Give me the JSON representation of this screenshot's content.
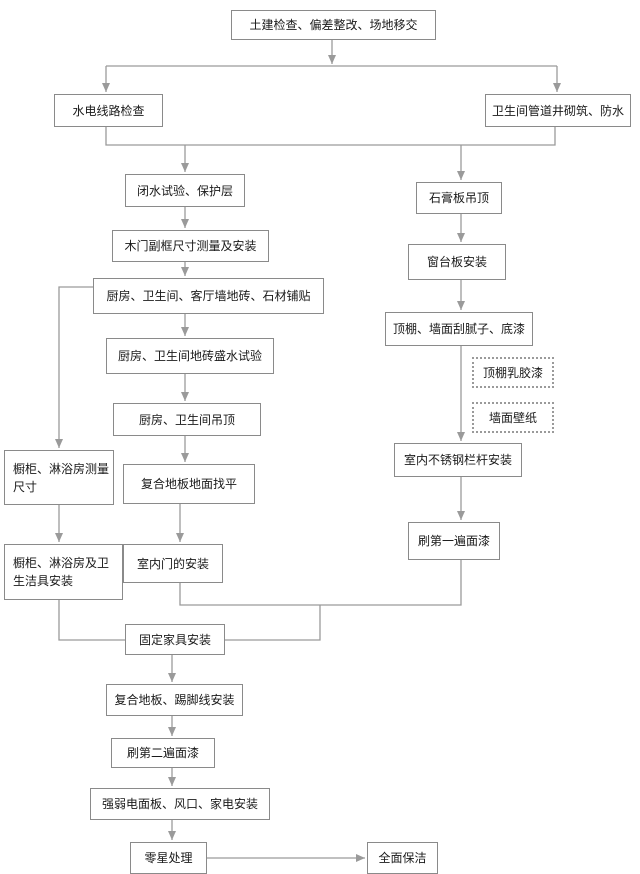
{
  "steps": {
    "s1": "土建检查、偏差整改、场地移交",
    "s2": "水电线路检查",
    "s3": "卫生间管道井砌筑、防水",
    "s4": "闭水试验、保护层",
    "s5": "木门副框尺寸测量及安装",
    "s6": "厨房、卫生间、客厅墙地砖、石材铺贴",
    "s7": "厨房、卫生间地砖盛水试验",
    "s8": "厨房、卫生间吊顶",
    "s9": "复合地板地面找平",
    "s10": "室内门的安装",
    "s11": "橱柜、淋浴房测量尺寸",
    "s12": "橱柜、淋浴房及卫生洁具安装",
    "s13": "石膏板吊顶",
    "s14": "窗台板安装",
    "s15": "顶棚、墙面刮腻子、底漆",
    "s16": "顶棚乳胶漆",
    "s17": "墙面壁纸",
    "s18": "室内不锈钢栏杆安装",
    "s19": "刷第一遍面漆",
    "s20": "固定家具安装",
    "s21": "复合地板、踢脚线安装",
    "s22": "刷第二遍面漆",
    "s23": "强弱电面板、风口、家电安装",
    "s24": "零星处理",
    "s25": "全面保洁"
  },
  "colors": {
    "line": "#9a9a9a",
    "border": "#8a8a8a",
    "text": "#1a1a1a"
  }
}
